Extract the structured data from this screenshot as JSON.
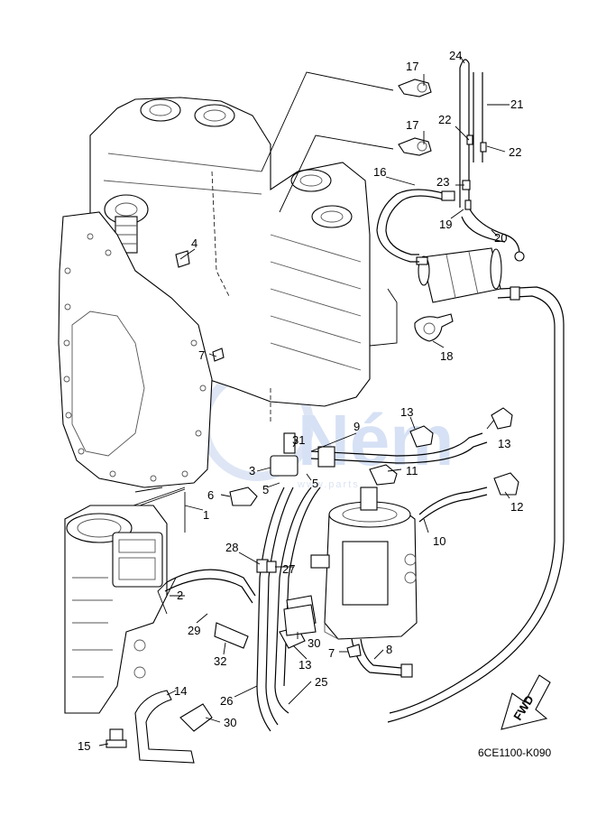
{
  "diagram_code": "6CE1100-K090",
  "direction_arrow": {
    "label": "FWD"
  },
  "watermark": {
    "main": "Ném",
    "sub": "www.parts"
  },
  "callouts": [
    {
      "id": "c24",
      "text": "24"
    },
    {
      "id": "c17a",
      "text": "17"
    },
    {
      "id": "c21",
      "text": "21"
    },
    {
      "id": "c17b",
      "text": "17"
    },
    {
      "id": "c22a",
      "text": "22"
    },
    {
      "id": "c22b",
      "text": "22"
    },
    {
      "id": "c16",
      "text": "16"
    },
    {
      "id": "c23",
      "text": "23"
    },
    {
      "id": "c19",
      "text": "19"
    },
    {
      "id": "c20",
      "text": "20"
    },
    {
      "id": "c4",
      "text": "4"
    },
    {
      "id": "c18",
      "text": "18"
    },
    {
      "id": "c7a",
      "text": "7"
    },
    {
      "id": "c13a",
      "text": "13"
    },
    {
      "id": "c9",
      "text": "9"
    },
    {
      "id": "c13b",
      "text": "13"
    },
    {
      "id": "c31",
      "text": "31"
    },
    {
      "id": "c11",
      "text": "11"
    },
    {
      "id": "c3",
      "text": "3"
    },
    {
      "id": "c5a",
      "text": "5"
    },
    {
      "id": "c5b",
      "text": "5"
    },
    {
      "id": "c12",
      "text": "12"
    },
    {
      "id": "c6",
      "text": "6"
    },
    {
      "id": "c1",
      "text": "1"
    },
    {
      "id": "c10",
      "text": "10"
    },
    {
      "id": "c28",
      "text": "28"
    },
    {
      "id": "c27",
      "text": "27"
    },
    {
      "id": "c2",
      "text": "2"
    },
    {
      "id": "c29",
      "text": "29"
    },
    {
      "id": "c30a",
      "text": "30"
    },
    {
      "id": "c32",
      "text": "32"
    },
    {
      "id": "c7b",
      "text": "7"
    },
    {
      "id": "c8",
      "text": "8"
    },
    {
      "id": "c13c",
      "text": "13"
    },
    {
      "id": "c25",
      "text": "25"
    },
    {
      "id": "c14",
      "text": "14"
    },
    {
      "id": "c26",
      "text": "26"
    },
    {
      "id": "c30b",
      "text": "30"
    },
    {
      "id": "c15",
      "text": "15"
    }
  ]
}
